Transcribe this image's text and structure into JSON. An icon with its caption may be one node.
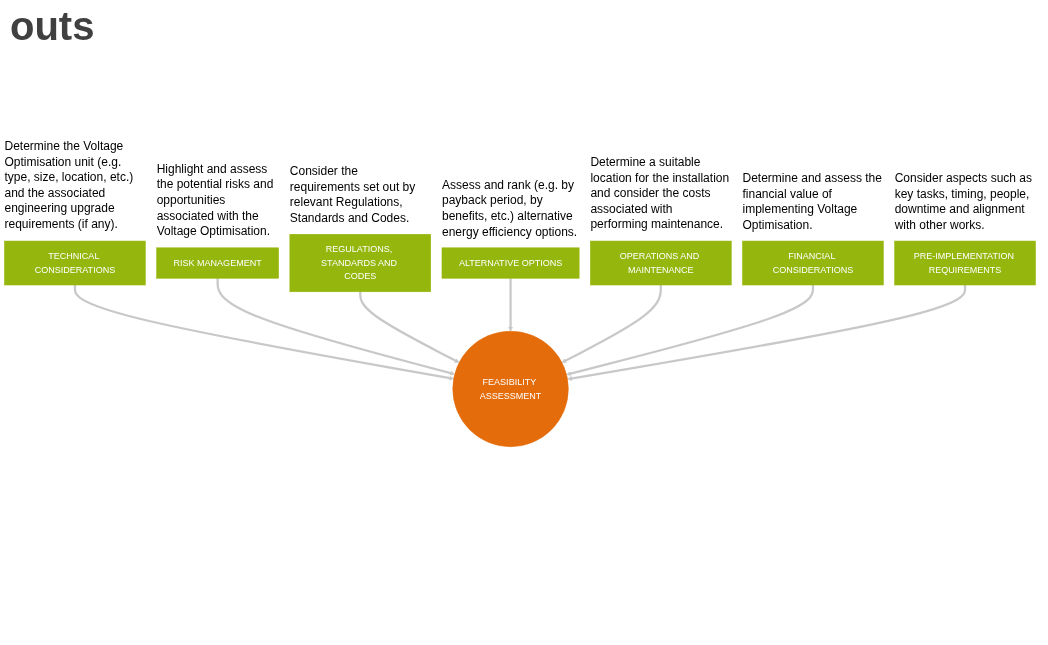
{
  "diagram": {
    "title": "outs",
    "nodes": [
      {
        "text": [
          "TECHNICAL CONSIDERATIONS"
        ],
        "beside": [
          "Determine the Voltage Optimisation unit (e.g. type, size, location, etc.) and the associated engineering upgrade requirements (if any)."
        ]
      },
      {
        "text": [
          "RISK MANAGEMENT"
        ],
        "beside": [
          "Highlight and assess the potential risks and opportunities associated with the Voltage Optimisation."
        ]
      },
      {
        "text": [
          "REGULATIONS, STANDARDS AND CODES"
        ],
        "beside": [
          "Consider the requirements set out by relevant Regulations, Standards and Codes."
        ]
      },
      {
        "text": [
          "ALTERNATIVE OPTIONS"
        ],
        "beside": [
          "Assess and rank (e.g. by payback period, by benefits, etc.) alternative energy efficiency options."
        ]
      },
      {
        "text": [
          "FEASIBILITY ASSESSMENT"
        ]
      },
      {
        "text": [
          "OPERATIONS AND MAINTENANCE"
        ],
        "beside": [
          "Determine a suitable location for the installation and consider the costs associated with performing maintenance."
        ]
      },
      {
        "text": [
          "FINANCIAL CONSIDERATIONS"
        ],
        "beside": [
          "Determine and assess the financial value of implementing Voltage Optimisation."
        ]
      },
      {
        "text": [
          "PRE-IMPLEMENTATION REQUIREMENTS"
        ],
        "beside": [
          "Consider aspects such as key tasks, timing, people, downtime and alignment with other works."
        ]
      }
    ],
    "edges": [
      {
        "from": 0,
        "to": 4,
        "arrow": "to"
      },
      {
        "from": 1,
        "to": 4,
        "arrow": "to"
      },
      {
        "from": 2,
        "to": 4,
        "arrow": "to"
      },
      {
        "from": 3,
        "to": 4,
        "arrow": "to"
      },
      {
        "from": 5,
        "to": 4,
        "arrow": "to"
      },
      {
        "from": 6,
        "to": 4,
        "arrow": "to"
      },
      {
        "from": 7,
        "to": 4,
        "arrow": "to"
      }
    ]
  }
}
